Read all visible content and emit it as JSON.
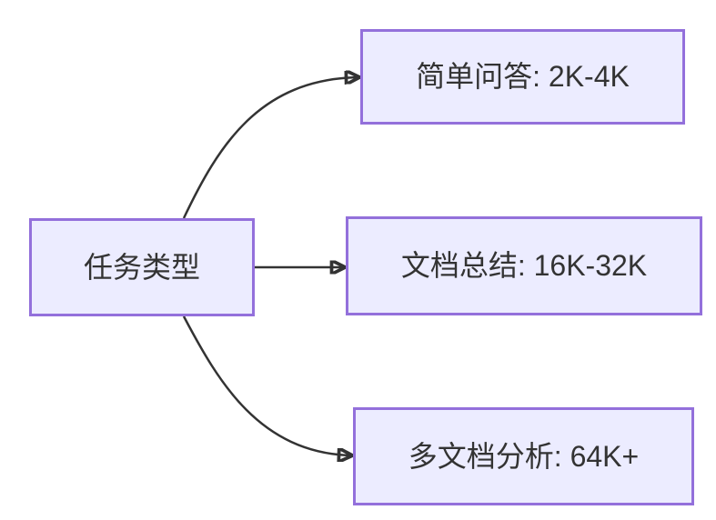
{
  "diagram": {
    "type": "flowchart-LR",
    "root": {
      "id": "task-type",
      "label": "任务类型"
    },
    "branches": [
      {
        "id": "simple-qa",
        "label": "简单问答: 2K-4K"
      },
      {
        "id": "doc-summary",
        "label": "文档总结: 16K-32K"
      },
      {
        "id": "multi-doc-analysis",
        "label": "多文档分析: 64K+"
      }
    ],
    "edges": [
      {
        "from": "task-type",
        "to": "simple-qa"
      },
      {
        "from": "task-type",
        "to": "doc-summary"
      },
      {
        "from": "task-type",
        "to": "multi-doc-analysis"
      }
    ],
    "colors": {
      "node_fill": "#ECECFF",
      "node_border": "#9370DB",
      "edge": "#333333",
      "text": "#333333",
      "background": "#ffffff"
    }
  }
}
